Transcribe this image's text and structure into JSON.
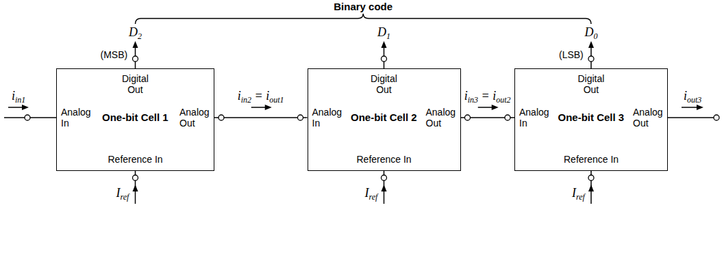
{
  "diagram": {
    "nodes": [
      {
        "text": [
          "Digital Out",
          "Analog In",
          "One-bit Cell 1",
          "Analog Out",
          "Reference In"
        ]
      },
      {
        "text": [
          "Digital Out",
          "Analog In",
          "One-bit Cell 2",
          "Analog Out",
          "Reference In"
        ]
      },
      {
        "text": [
          "Digital Out",
          "Analog In",
          "One-bit Cell 3",
          "Analog Out",
          "Reference In"
        ]
      }
    ],
    "edges": [
      {
        "from": 0,
        "to": 1,
        "arrow": "none",
        "label": "iin2 = iout1"
      },
      {
        "from": 1,
        "to": 2,
        "arrow": "none",
        "label": "iin3 = iout2"
      }
    ],
    "labels": [
      "Binary code",
      "D2",
      "(MSB)",
      "D1",
      "D0",
      "(LSB)",
      "iin1",
      "iout3",
      "Iref",
      "Iref",
      "Iref"
    ]
  }
}
